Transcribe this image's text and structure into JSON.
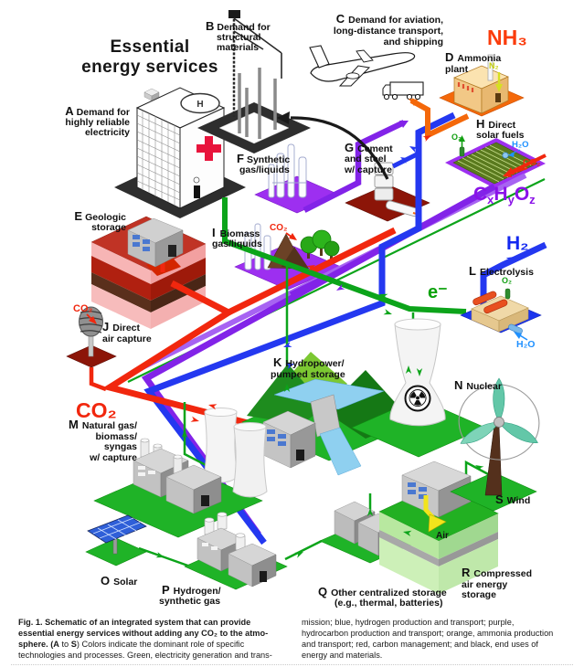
{
  "title": {
    "line1": "Essential",
    "line2": "energy services"
  },
  "nodes": {
    "a": {
      "letter": "A",
      "lines": [
        "Demand for",
        "highly reliable",
        "electricity"
      ]
    },
    "b": {
      "letter": "B",
      "lines": [
        "Demand for",
        "structural",
        "materials"
      ]
    },
    "c": {
      "letter": "C",
      "lines": [
        "Demand for aviation,",
        "long-distance transport,",
        "and shipping"
      ]
    },
    "d": {
      "letter": "D",
      "lines": [
        "Ammonia",
        "plant"
      ]
    },
    "e": {
      "letter": "E",
      "lines": [
        "Geologic",
        "storage"
      ]
    },
    "f": {
      "letter": "F",
      "lines": [
        "Synthetic",
        "gas/liquids"
      ]
    },
    "g": {
      "letter": "G",
      "lines": [
        "Cement",
        "and steel",
        "w/ capture"
      ]
    },
    "h": {
      "letter": "H",
      "lines": [
        "Direct",
        "solar fuels"
      ]
    },
    "i": {
      "letter": "I",
      "lines": [
        "Biomass",
        "gas/liquids"
      ]
    },
    "j": {
      "letter": "J",
      "lines": [
        "Direct",
        "air capture"
      ]
    },
    "k": {
      "letter": "K",
      "lines": [
        "Hydropower/",
        "pumped storage"
      ]
    },
    "l": {
      "letter": "L",
      "lines": [
        "Electrolysis"
      ]
    },
    "m": {
      "letter": "M",
      "lines": [
        "Natural gas/",
        "biomass/",
        "syngas",
        "w/ capture"
      ]
    },
    "n": {
      "letter": "N",
      "lines": [
        "Nuclear"
      ]
    },
    "o": {
      "letter": "O",
      "lines": [
        "Solar"
      ]
    },
    "p": {
      "letter": "P",
      "lines": [
        "Hydrogen/",
        "synthetic gas"
      ]
    },
    "q": {
      "letter": "Q",
      "lines": [
        "Other centralized storage",
        "(e.g., thermal, batteries)"
      ]
    },
    "r": {
      "letter": "R",
      "lines": [
        "Compressed",
        "air energy",
        "storage"
      ]
    },
    "s": {
      "letter": "S",
      "lines": [
        "Wind"
      ]
    }
  },
  "chem": {
    "nh3": "NH₃",
    "h2": "H₂",
    "co2": "CO₂",
    "e_minus": "e⁻",
    "o2": "O₂",
    "n2": "N₂",
    "h2o": "H₂O",
    "air": "Air",
    "cxhyoz": [
      "C",
      "x",
      "H",
      "y",
      "O",
      "z"
    ]
  },
  "icons": {
    "helipad": "H",
    "radiation": "☢"
  },
  "pipe_colors": {
    "green": "#0ca41a",
    "blue": "#2438f0",
    "purple": "#8223e8",
    "orange": "#f4680a",
    "red": "#f1270e",
    "black": "#1a1a1a"
  },
  "caption": {
    "l1": "Fig. 1. Schematic of an integrated system that can provide",
    "l2": "essential energy services without adding any CO₂ to the atmo-",
    "l3a": "sphere. (",
    "l3b": "A",
    "l3c": " to ",
    "l3d": "S",
    "l3e": ") Colors indicate the dominant role of specific",
    "l4": "technologies and processes. Green, electricity generation and trans-",
    "r1": "mission; blue, hydrogen production and transport; purple,",
    "r2": "hydrocarbon production and transport; orange, ammonia production",
    "r3": "and transport; red, carbon management; and black, end uses of",
    "r4": "energy and materials."
  }
}
